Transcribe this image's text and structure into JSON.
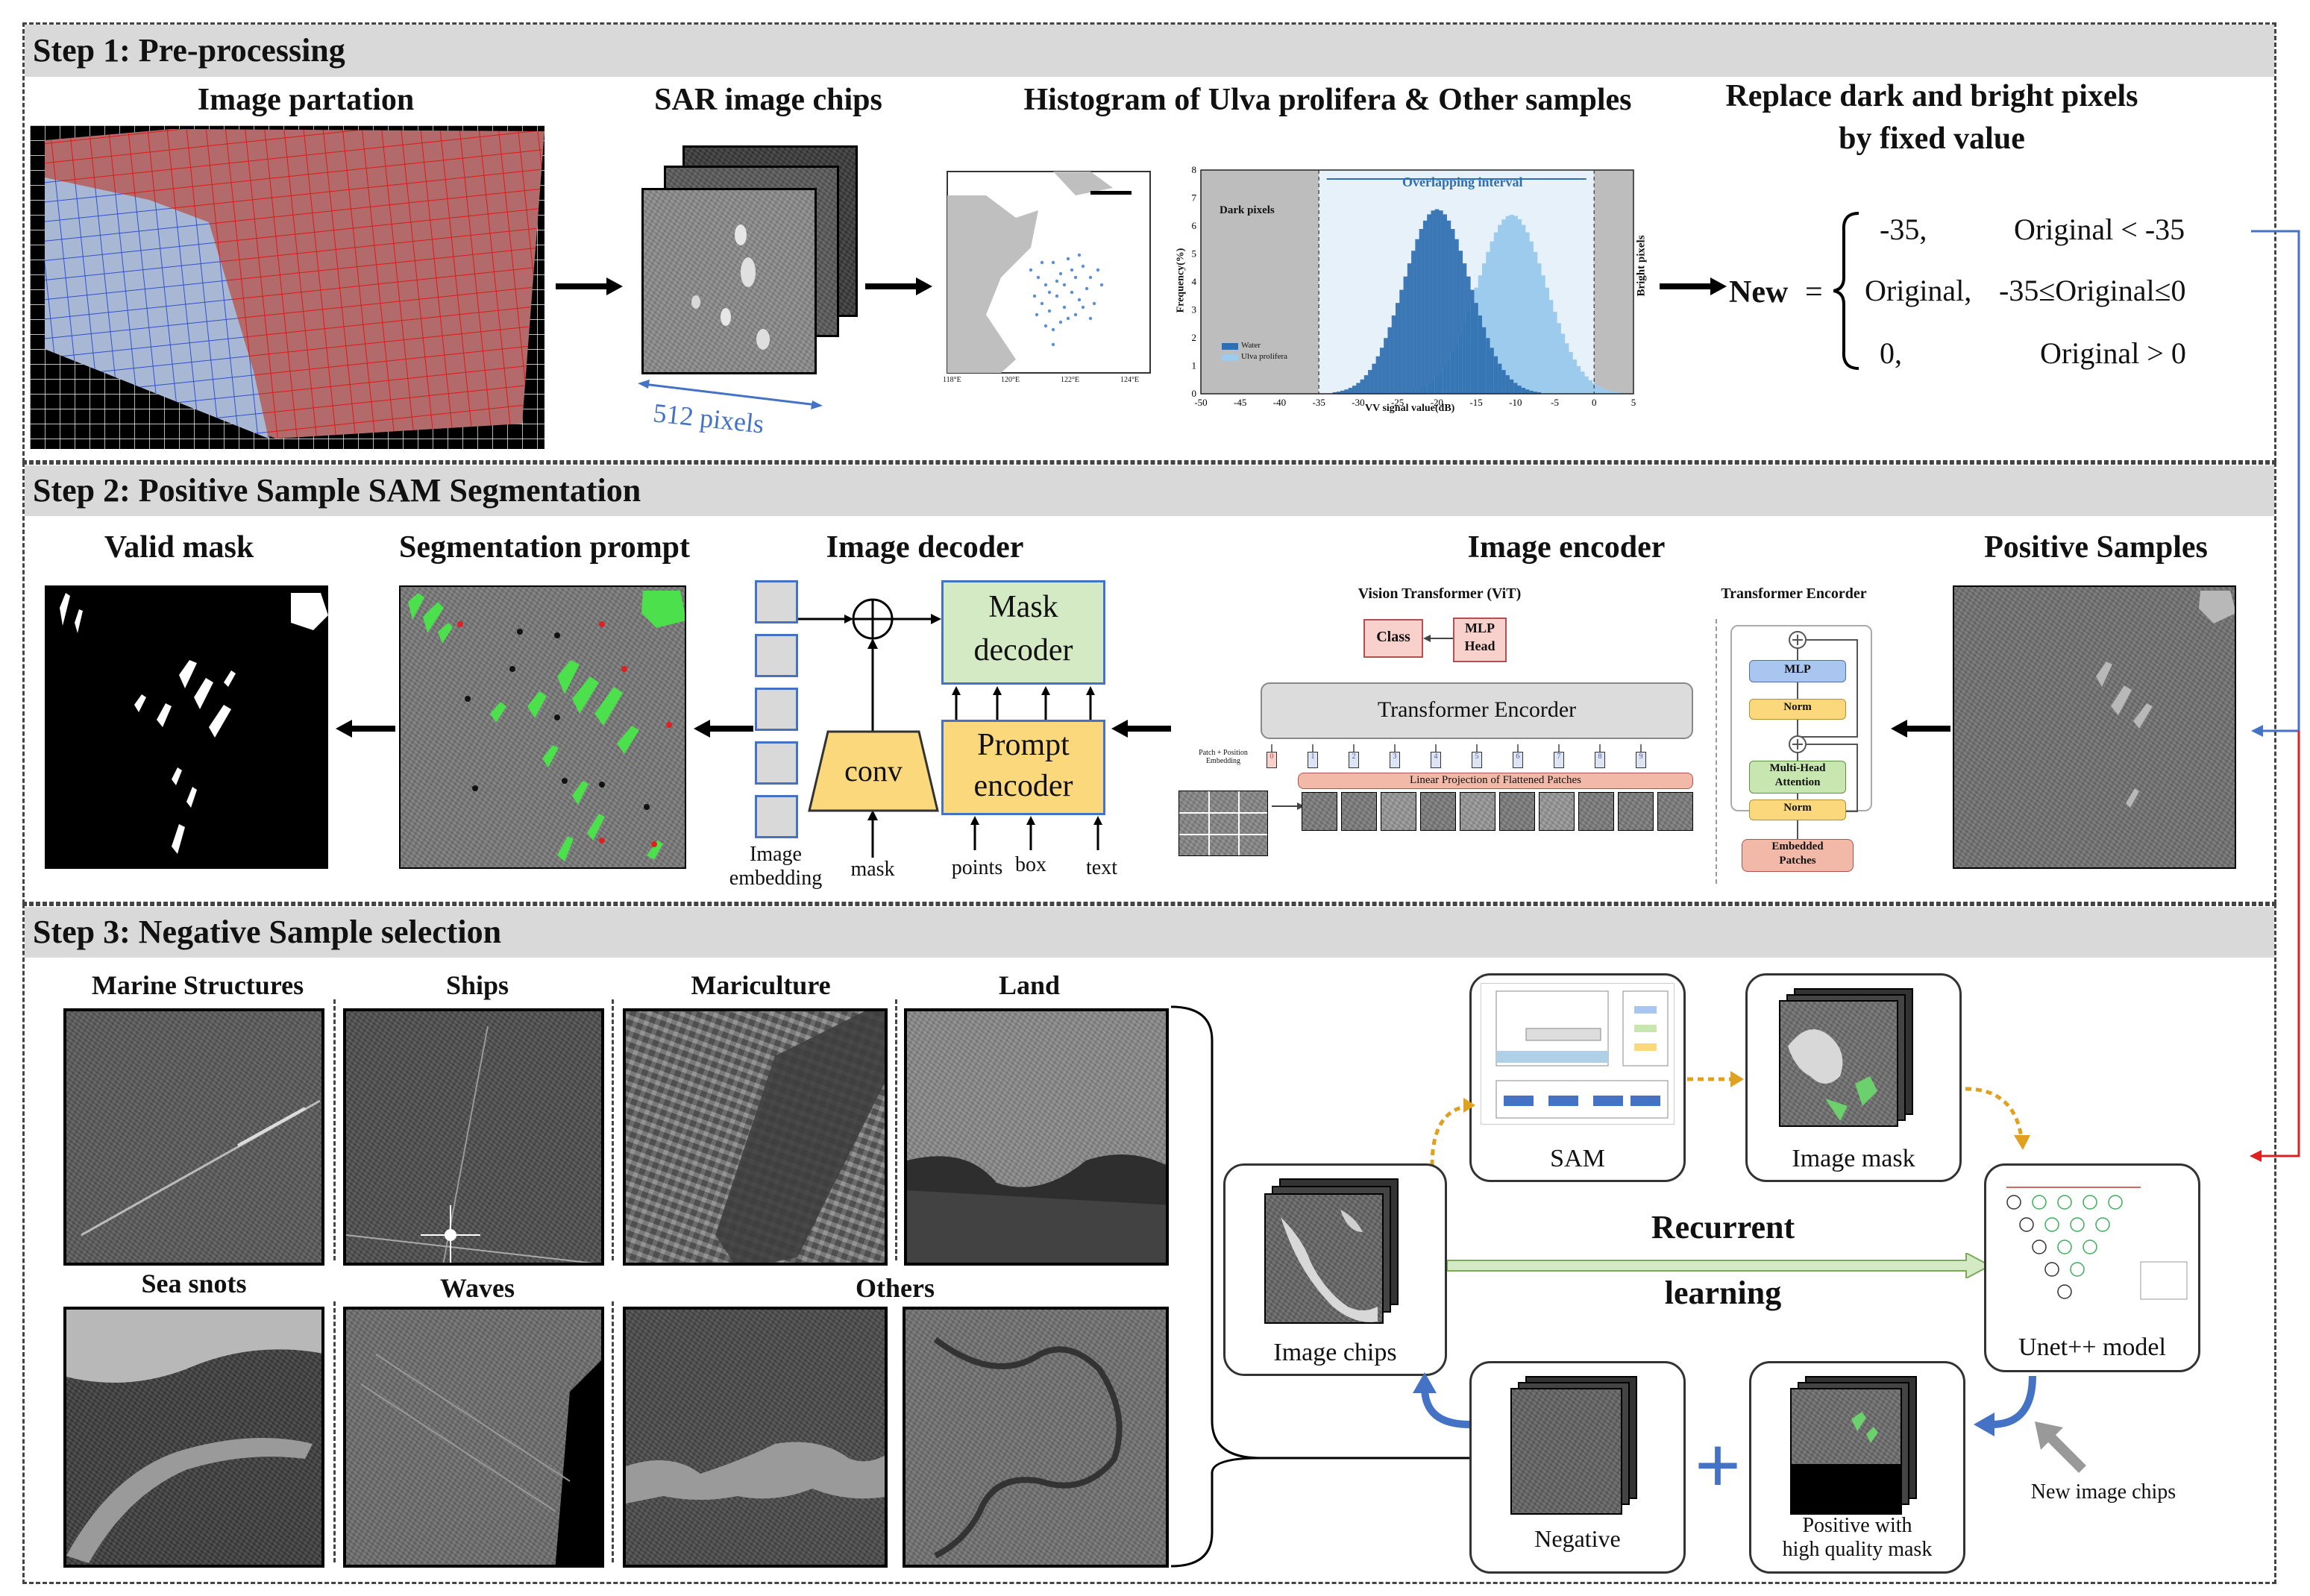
{
  "steps": {
    "step1": "Step 1:  Pre-processing",
    "step2": "Step 2:  Positive Sample SAM Segmentation",
    "step3": "Step 3:  Negative Sample selection"
  },
  "step1": {
    "image_partation": "Image partation",
    "sar_chips": "SAR image chips",
    "chips_size": "512 pixels",
    "histogram_title": "Histogram of Ulva prolifera & Other samples",
    "replace_title_1": "Replace dark and bright pixels",
    "replace_title_2": "by fixed value",
    "map_ticks": [
      "118°E",
      "120°E",
      "122°E",
      "124°E"
    ],
    "histogram": {
      "ylabel": "Frequency(%)",
      "xlabel": "VV signal value(dB)",
      "xticks": [
        "-50",
        "-45",
        "-40",
        "-35",
        "-30",
        "-25",
        "-20",
        "-15",
        "-10",
        "-5",
        "0",
        "5"
      ],
      "yticks": [
        "0",
        "1",
        "2",
        "3",
        "4",
        "5",
        "6",
        "7",
        "8"
      ],
      "dark_label": "Dark pixels",
      "bright_label": "Bright pixels",
      "overlap_label": "Overlapping interval",
      "legend": [
        "Water",
        "Ulva prolifera"
      ]
    },
    "formula": {
      "lhs": "New",
      "eq": "=",
      "case1_val": "-35,",
      "case1_cond": "Original < -35",
      "case2_val": "Original,",
      "case2_cond": "-35≤Original≤0",
      "case3_val": "0,",
      "case3_cond": "Original > 0"
    }
  },
  "step2": {
    "valid_mask": "Valid mask",
    "seg_prompt": "Segmentation prompt",
    "image_decoder": "Image decoder",
    "image_encoder": "Image encoder",
    "positive_samples": "Positive Samples",
    "mask_decoder_1": "Mask",
    "mask_decoder_2": "decoder",
    "prompt_encoder_1": "Prompt",
    "prompt_encoder_2": "encoder",
    "conv": "conv",
    "image_embedding_1": "Image",
    "image_embedding_2": "embedding",
    "mask": "mask",
    "points": "points",
    "box": "box",
    "text": "text",
    "vit_title": "Vision Transformer (ViT)",
    "class": "Class",
    "mlp_head_1": "MLP",
    "mlp_head_2": "Head",
    "transformer_encoder": "Transformer Encorder",
    "linear_projection": "Linear Projection of Flattened Patches",
    "patch_embedding": "Patch + Position Embedding",
    "token_ids": [
      "0",
      "1",
      "2",
      "3",
      "4",
      "5",
      "6",
      "7",
      "8",
      "9"
    ],
    "te_title": "Transformer Encorder",
    "te_mlp": "MLP",
    "te_norm": "Norm",
    "te_mha_1": "Multi-Head",
    "te_mha_2": "Attention",
    "te_embedded_1": "Embedded",
    "te_embedded_2": "Patches"
  },
  "step3": {
    "categories": [
      "Marine Structures",
      "Ships",
      "Mariculture",
      "Land",
      "Sea snots",
      "Waves",
      "Others"
    ],
    "sam": "SAM",
    "image_mask": "Image mask",
    "recurrent": "Recurrent",
    "learning": "learning",
    "image_chips": "Image chips",
    "unet": "Unet++ model",
    "negative": "Negative",
    "positive_1": "Positive with",
    "positive_2": "high quality mask",
    "new_chips": "New image chips"
  },
  "colors": {
    "blue_arrow": "#4472c4",
    "red_arrow": "#e02020",
    "green_prompt": "#4de04d",
    "mask_decoder_fill": "#d4eac4",
    "prompt_encoder_fill": "#fbd87c",
    "hist_water": "#2f6fb0",
    "hist_ulva": "#9ccbee"
  }
}
